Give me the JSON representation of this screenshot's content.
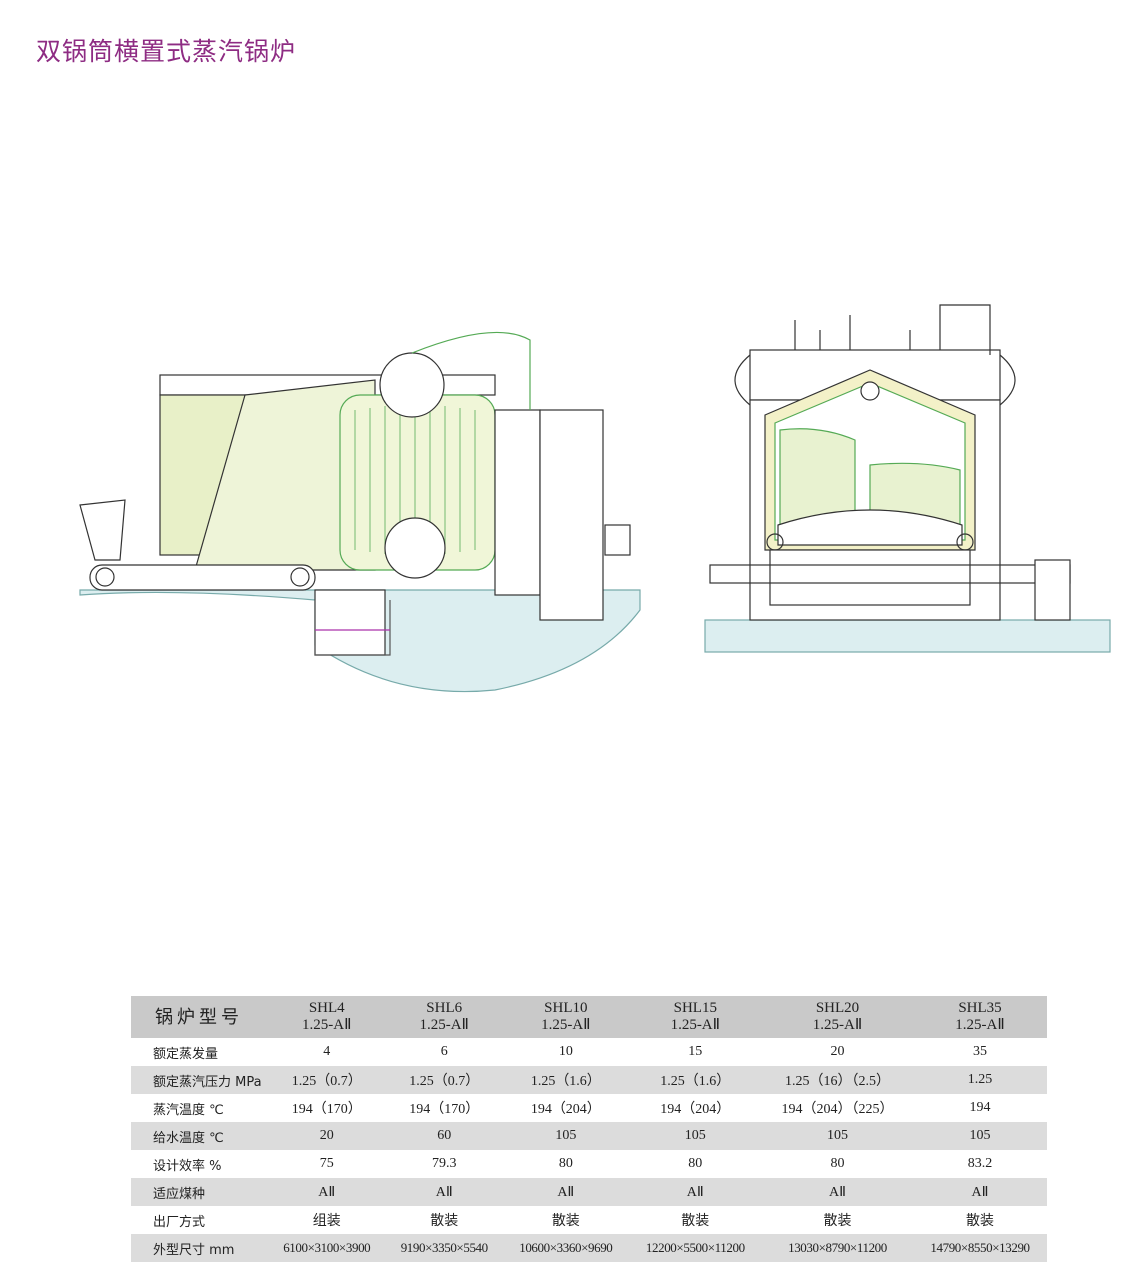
{
  "title": "双锅筒横置式蒸汽锅炉",
  "table": {
    "header": {
      "label": "锅炉型号",
      "models": [
        {
          "name": "SHL4",
          "spec": "1.25-AⅡ"
        },
        {
          "name": "SHL6",
          "spec": "1.25-AⅡ"
        },
        {
          "name": "SHL10",
          "spec": "1.25-AⅡ"
        },
        {
          "name": "SHL15",
          "spec": "1.25-AⅡ"
        },
        {
          "name": "SHL20",
          "spec": "1.25-AⅡ"
        },
        {
          "name": "SHL35",
          "spec": "1.25-AⅡ"
        }
      ]
    },
    "rows": [
      {
        "label": "额定蒸发量",
        "values": [
          "4",
          "6",
          "10",
          "15",
          "20",
          "35"
        ]
      },
      {
        "label": "额定蒸汽压力 MPa",
        "values": [
          "1.25（0.7）",
          "1.25（0.7）",
          "1.25（1.6）",
          "1.25（1.6）",
          "1.25（16）（2.5）",
          "1.25"
        ]
      },
      {
        "label": "蒸汽温度 ℃",
        "values": [
          "194（170）",
          "194（170）",
          "194（204）",
          "194（204）",
          "194（204）（225）",
          "194"
        ]
      },
      {
        "label": "给水温度 ℃",
        "values": [
          "20",
          "60",
          "105",
          "105",
          "105",
          "105"
        ]
      },
      {
        "label": "设计效率 %",
        "values": [
          "75",
          "79.3",
          "80",
          "80",
          "80",
          "83.2"
        ]
      },
      {
        "label": "适应煤种",
        "values": [
          "AⅡ",
          "AⅡ",
          "AⅡ",
          "AⅡ",
          "AⅡ",
          "AⅡ"
        ]
      },
      {
        "label": "出厂方式",
        "values": [
          "组装",
          "散装",
          "散装",
          "散装",
          "散装",
          "散装"
        ]
      },
      {
        "label": "外型尺寸 mm",
        "values": [
          "6100×3100×3900",
          "9190×3350×5540",
          "10600×3360×9690",
          "12200×5500×11200",
          "13030×8790×11200",
          "14790×8550×13290"
        ]
      }
    ]
  }
}
